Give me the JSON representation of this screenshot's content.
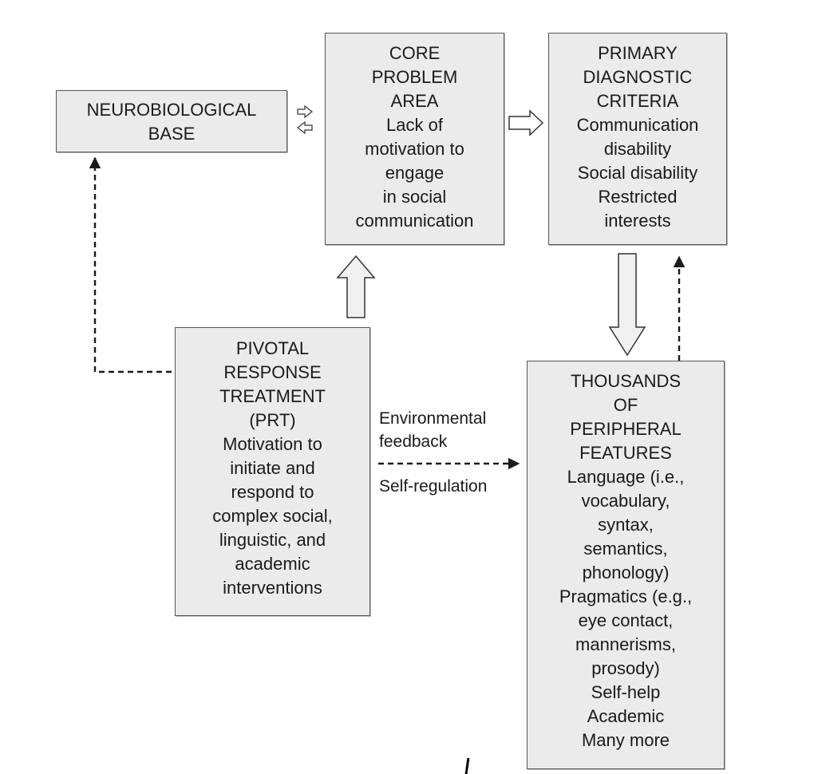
{
  "neuro": {
    "lines": [
      "NEUROBIOLOGICAL",
      "BASE"
    ]
  },
  "core": {
    "lines": [
      "CORE",
      "PROBLEM",
      "AREA",
      "Lack of",
      "motivation to",
      "engage",
      "in social",
      "communication"
    ]
  },
  "primary": {
    "lines": [
      "PRIMARY",
      "DIAGNOSTIC",
      "CRITERIA",
      "Communication",
      "disability",
      "Social disability",
      "Restricted",
      "interests"
    ]
  },
  "prt": {
    "lines": [
      "PIVOTAL",
      "RESPONSE",
      "TREATMENT",
      "(PRT)",
      "Motivation to",
      "initiate and",
      "respond to",
      "complex social,",
      "linguistic, and",
      "academic",
      "interventions"
    ]
  },
  "thousands": {
    "lines": [
      "THOUSANDS",
      "OF",
      "PERIPHERAL",
      "FEATURES",
      "Language (i.e.,",
      "vocabulary,",
      "syntax,",
      "semantics,",
      "phonology)",
      "Pragmatics (e.g.,",
      "eye contact,",
      "mannerisms,",
      "prosody)",
      "Self-help",
      "Academic",
      "Many more"
    ]
  },
  "labels": {
    "environmental": "Environmental",
    "feedback": "feedback",
    "self_regulation": "Self-regulation"
  }
}
